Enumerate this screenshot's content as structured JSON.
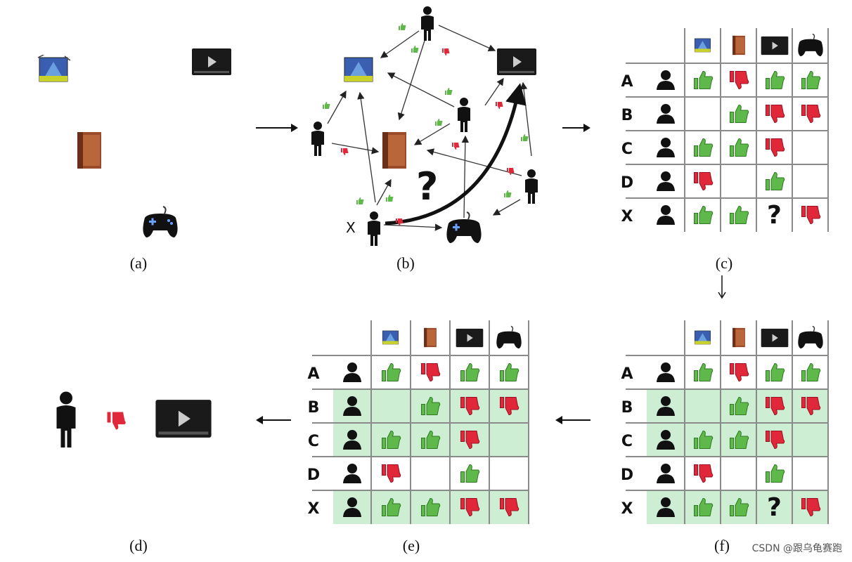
{
  "panel_labels": {
    "a": "(a)",
    "b": "(b)",
    "c": "(c)",
    "d": "(d)",
    "e": "(e)",
    "f": "(f)"
  },
  "row_letters": [
    "A",
    "B",
    "C",
    "D",
    "X"
  ],
  "user_x_label": "X",
  "unknown_mark": "?",
  "watermark": "CSDN @跟乌龟赛跑",
  "matrix_c": [
    [
      "up",
      "down",
      "up",
      "up"
    ],
    [
      "",
      "up",
      "down",
      "down"
    ],
    [
      "up",
      "up",
      "down",
      ""
    ],
    [
      "down",
      "",
      "up",
      ""
    ],
    [
      "up",
      "up",
      "?",
      "down"
    ]
  ],
  "matrix_e": [
    [
      "up",
      "down",
      "up",
      "up"
    ],
    [
      "",
      "up",
      "down",
      "down"
    ],
    [
      "up",
      "up",
      "down",
      ""
    ],
    [
      "down",
      "",
      "up",
      ""
    ],
    [
      "up",
      "up",
      "down",
      "down"
    ]
  ],
  "highlighted_rows": [
    1,
    2,
    4
  ],
  "colors": {
    "thumb_up": "#5fb84a",
    "thumb_down": "#e0283a",
    "highlight": "#cdeed3",
    "grid": "#8a8a8a"
  }
}
